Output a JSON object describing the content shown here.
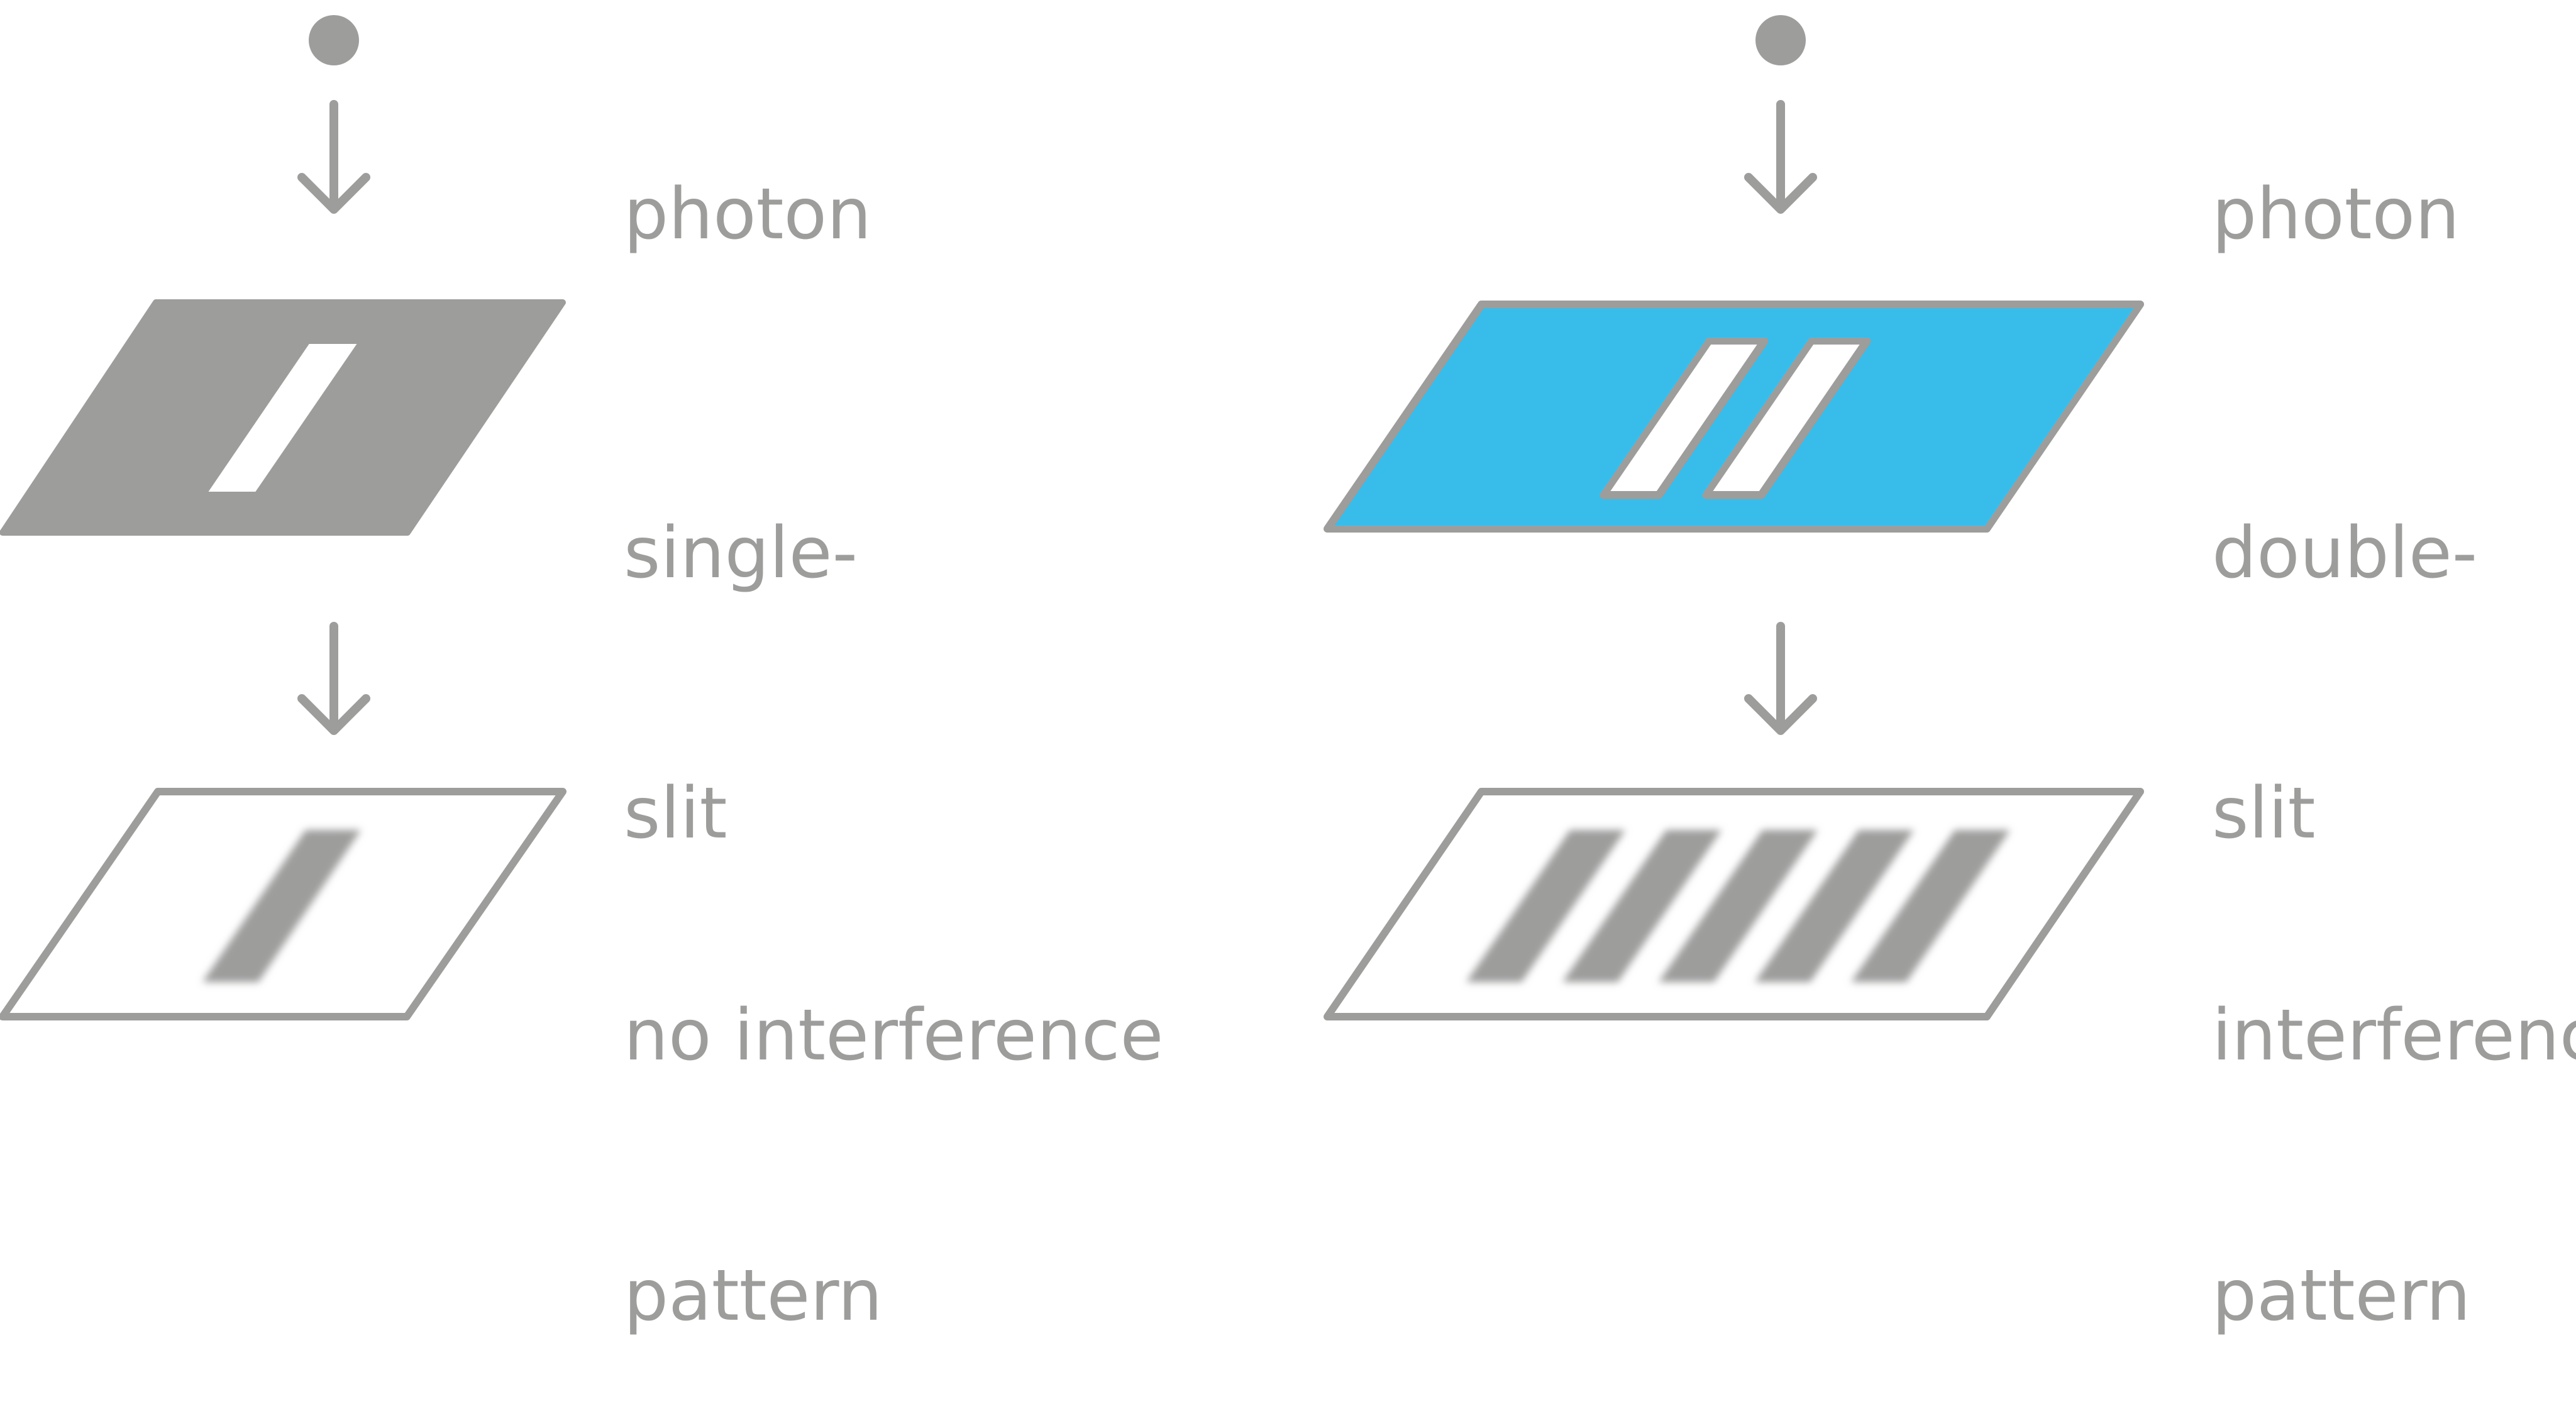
{
  "colors": {
    "gray": "#9d9d9c",
    "label_gray": "#9d9d9c",
    "cyan": "#38bdeb",
    "white": "#ffffff"
  },
  "left_panel": {
    "source_label": [
      "photon"
    ],
    "barrier_label": [
      "single-",
      "slit"
    ],
    "screen_label": [
      "no interference",
      "pattern"
    ],
    "slit_count": 1,
    "fringe_count": 1
  },
  "right_panel": {
    "source_label": [
      "photon"
    ],
    "barrier_label": [
      "double-",
      "slit"
    ],
    "screen_label": [
      "interference",
      "pattern"
    ],
    "slit_count": 2,
    "fringe_count": 5
  }
}
